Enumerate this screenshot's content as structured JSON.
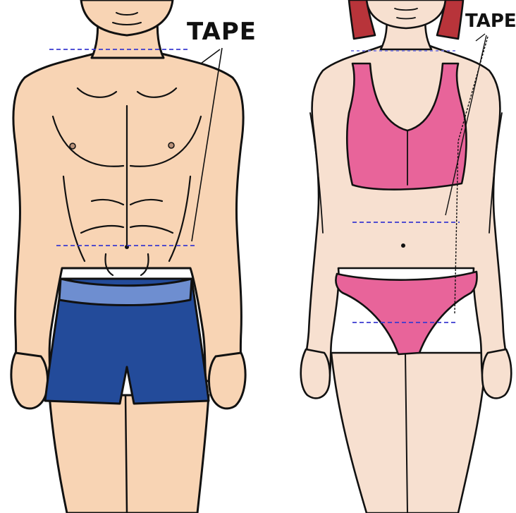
{
  "figures": [
    {
      "id": "male",
      "tape_label": "TAPE",
      "measurements": [
        "shoulder",
        "waist"
      ]
    },
    {
      "id": "female",
      "tape_label": "TAPE",
      "measurements": [
        "shoulder",
        "waist",
        "hip"
      ]
    }
  ],
  "colors": {
    "skin_male": "#f8d4b4",
    "skin_female": "#f7e0d0",
    "outline": "#111111",
    "shorts": "#234b9a",
    "waistband": "#6e8ed0",
    "bikini": "#e8649a",
    "hair": "#b8343a",
    "tape_dash_male": "#3a3ad0",
    "tape_dash_female": "#7a7ae0"
  }
}
